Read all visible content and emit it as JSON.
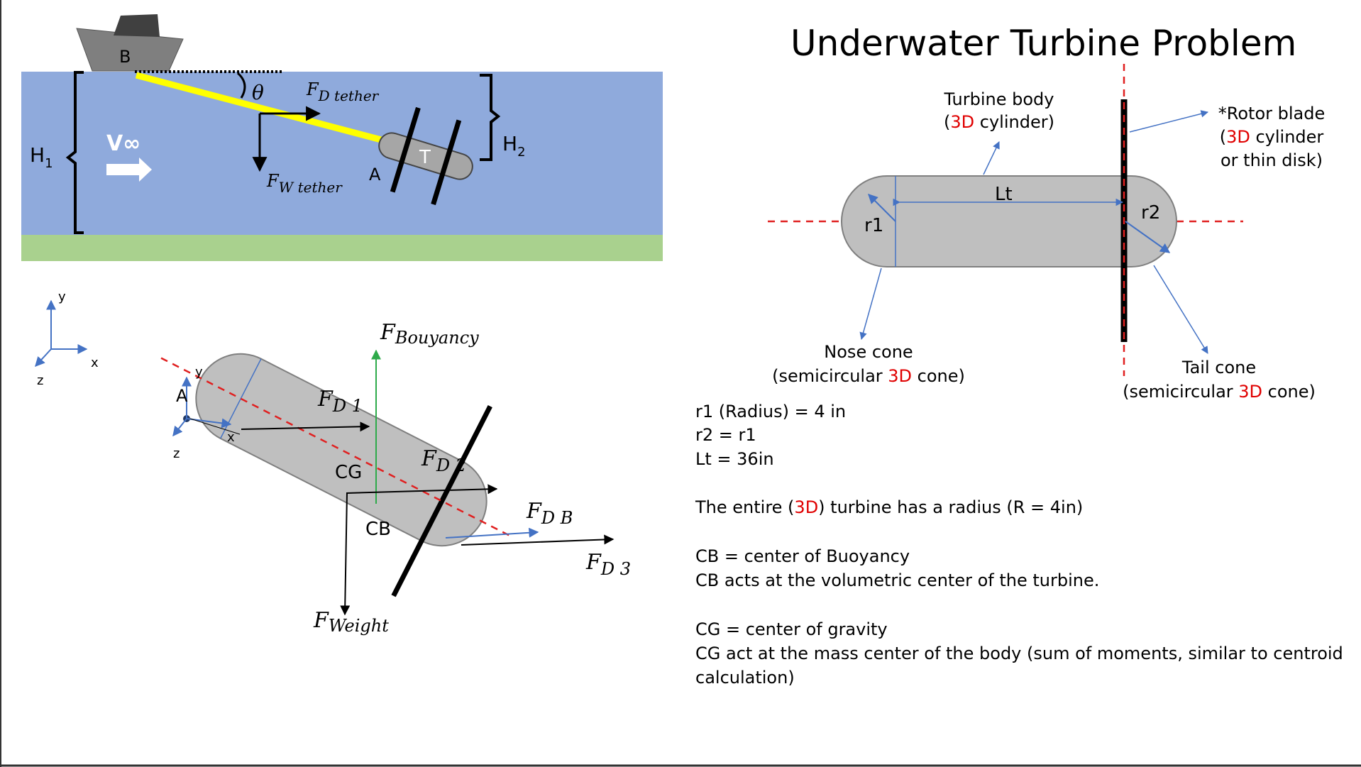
{
  "title": "Underwater Turbine Problem",
  "colors": {
    "water": "#8faadc",
    "ground": "#a9d18e",
    "tether": "#ffff00",
    "body": "#bfbfbf",
    "centerline": "#e02020",
    "arrow_blue": "#4472c4",
    "buoyancy": "#2eaa4a",
    "highlight": "#e00000"
  },
  "top_scene": {
    "boat_label": "B",
    "theta": "θ",
    "fd_tether_main": "F",
    "fd_tether_sub": "D tether",
    "fw_tether_main": "F",
    "fw_tether_sub": "W tether",
    "v_inf": "V∞",
    "h1_main": "H",
    "h1_sub": "1",
    "h2_main": "H",
    "h2_sub": "2",
    "point_a": "A",
    "turbine_label": "T"
  },
  "axes_small": {
    "x": "x",
    "y": "y",
    "z": "z"
  },
  "force_diagram": {
    "f_buoyancy_main": "F",
    "f_buoyancy_sub": "Bouyancy",
    "fd1_main": "F",
    "fd1_sub": "D 1",
    "fd2_main": "F",
    "fd2_sub": "D 2",
    "fdb_main": "F",
    "fdb_sub": "D B",
    "fd3_main": "F",
    "fd3_sub": "D 3",
    "fw_main": "F",
    "fw_sub": "Weight",
    "cg": "CG",
    "cb": "CB",
    "point_a": "A",
    "axis_x": "x",
    "axis_y": "y",
    "axis_z": "z"
  },
  "right_diagram": {
    "turbine_body_1": "Turbine body",
    "turbine_body_2_red": "3D",
    "turbine_body_2_rest": " cylinder)",
    "rotor_1": "*Rotor blade",
    "rotor_2_red": "3D",
    "rotor_2_rest": " cylinder",
    "rotor_3": "or thin disk)",
    "lt": "Lt",
    "r1": "r1",
    "r2": "r2",
    "nose_1": "Nose cone",
    "nose_2_pre": "(semicircular ",
    "nose_2_red": "3D",
    "nose_2_post": " cone)",
    "tail_1": "Tail cone",
    "tail_2_pre": "(semicircular ",
    "tail_2_red": "3D",
    "tail_2_post": " cone)"
  },
  "notes": {
    "line1": "r1 (Radius) = 4 in",
    "line2": "r2 = r1",
    "line3": "Lt = 36in",
    "line4_pre": "The entire (",
    "line4_red": "3D",
    "line4_post": ") turbine has a radius (R = 4in)",
    "line5": "CB = center of Buoyancy",
    "line6": "CB acts at the volumetric center of the turbine.",
    "line7": "CG = center of gravity",
    "line8": "CG act at the mass center of the body (sum of moments, similar to centroid",
    "line9": "calculation)"
  }
}
